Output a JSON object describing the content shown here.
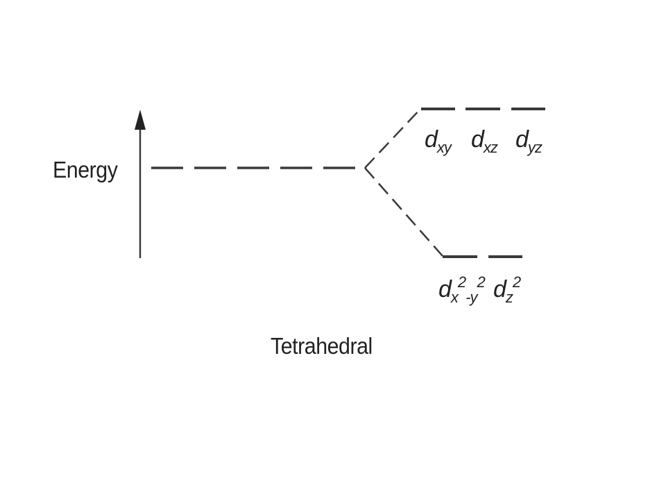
{
  "axis": {
    "label": "Energy"
  },
  "geometry": {
    "label": "Tetrahedral"
  },
  "orbitals": {
    "upper": [
      {
        "base": "d",
        "sub": "xy"
      },
      {
        "base": "d",
        "sub": "xz"
      },
      {
        "base": "d",
        "sub": "yz"
      }
    ],
    "lower": [
      {
        "base": "d",
        "sub1": "x",
        "sup1": "2",
        "sep": "-",
        "sub2": "y",
        "sup2": "2"
      },
      {
        "base": "d",
        "sub": "z",
        "sup": "2"
      }
    ]
  },
  "colors": {
    "lines": "#3a3a3a",
    "text": "#222222",
    "background": "#ffffff"
  }
}
